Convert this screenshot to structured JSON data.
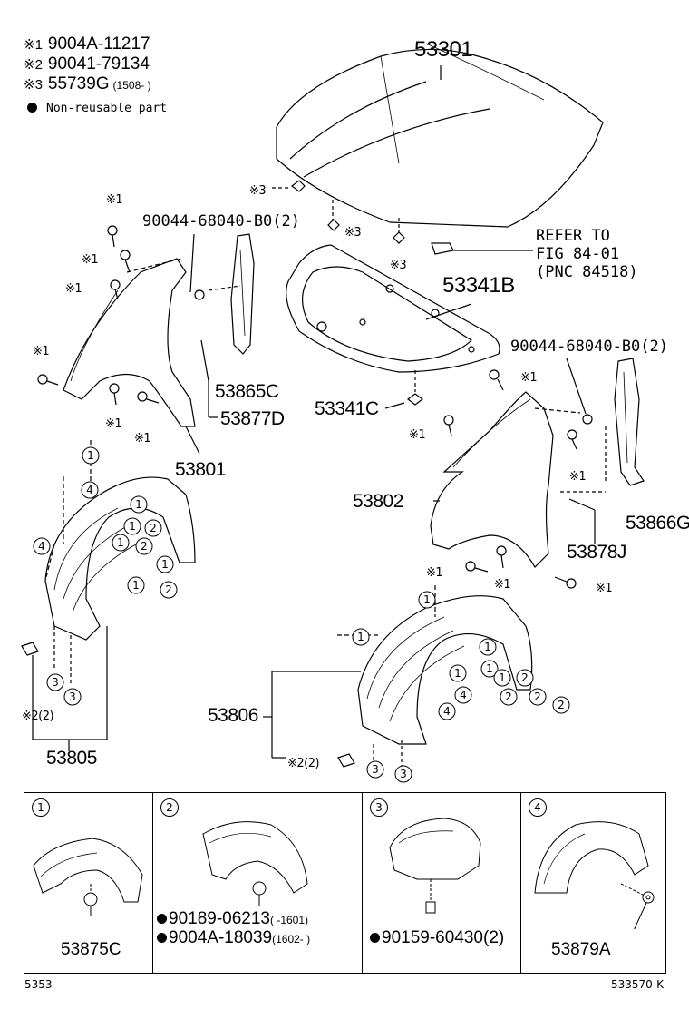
{
  "legend": [
    {
      "mark": "※1",
      "code": "9004A-11217",
      "range": ""
    },
    {
      "mark": "※2",
      "code": "90041-79134",
      "range": ""
    },
    {
      "mark": "※3",
      "code": "55739G",
      "range": "(1508-    )"
    }
  ],
  "non_reusable": "Non-reusable part",
  "parts": {
    "hood": "53301",
    "hood_insulator": "53341B",
    "insulator_clip": "53341C",
    "bolt_left": "90044-68040-B0(2)",
    "bolt_right": "90044-68040-B0(2)",
    "seal_left": "53865C",
    "bracket_left": "53877D",
    "fender_left": "53801",
    "fender_right": "53802",
    "seal_right": "53866G",
    "bracket_right": "53878J",
    "liner_left": "53805",
    "liner_right": "53806",
    "refer_line1": "REFER TO",
    "refer_line2": "FIG 84-01",
    "refer_line3": "(PNC 84518)"
  },
  "callouts": {
    "x1": "※1",
    "x2_2": "※2(2)",
    "x3": "※3"
  },
  "panels": [
    {
      "num": "1",
      "label": "53875C"
    },
    {
      "num": "2",
      "line1_code": "90189-06213",
      "line1_range": "(     -1601)",
      "line2_code": "9004A-18039",
      "line2_range": "(1602-     )"
    },
    {
      "num": "3",
      "label": "90159-60430(2)"
    },
    {
      "num": "4",
      "label": "53879A"
    }
  ],
  "footer": {
    "left": "5353",
    "right": "533570-K"
  }
}
